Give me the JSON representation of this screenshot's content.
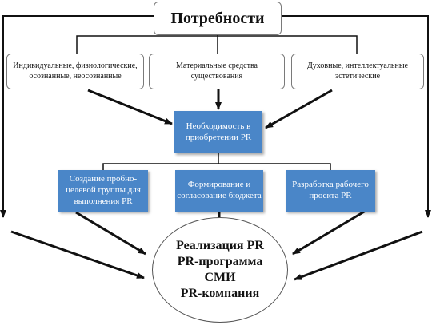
{
  "top": {
    "title": "Потребности"
  },
  "needs": [
    {
      "label": "Индивидуальные, физиологические, осознанные, неосознанные"
    },
    {
      "label": "Материальные средства существования"
    },
    {
      "label": "Духовные, интеллектуальные эстетические"
    }
  ],
  "center": {
    "label": "Необходимость в приобретении PR"
  },
  "steps": [
    {
      "label": "Создание пробно-целевой группы для выполнения PR"
    },
    {
      "label": "Формирование и согласование бюджета"
    },
    {
      "label": "Разработка рабочего проекта PR"
    }
  ],
  "result": {
    "lines": [
      "Реализация PR",
      "PR-программа",
      "СМИ",
      "PR-компания"
    ]
  },
  "colors": {
    "blue_box": "#4a86c8",
    "line": "#111111",
    "box_border": "#7a7a7a"
  }
}
